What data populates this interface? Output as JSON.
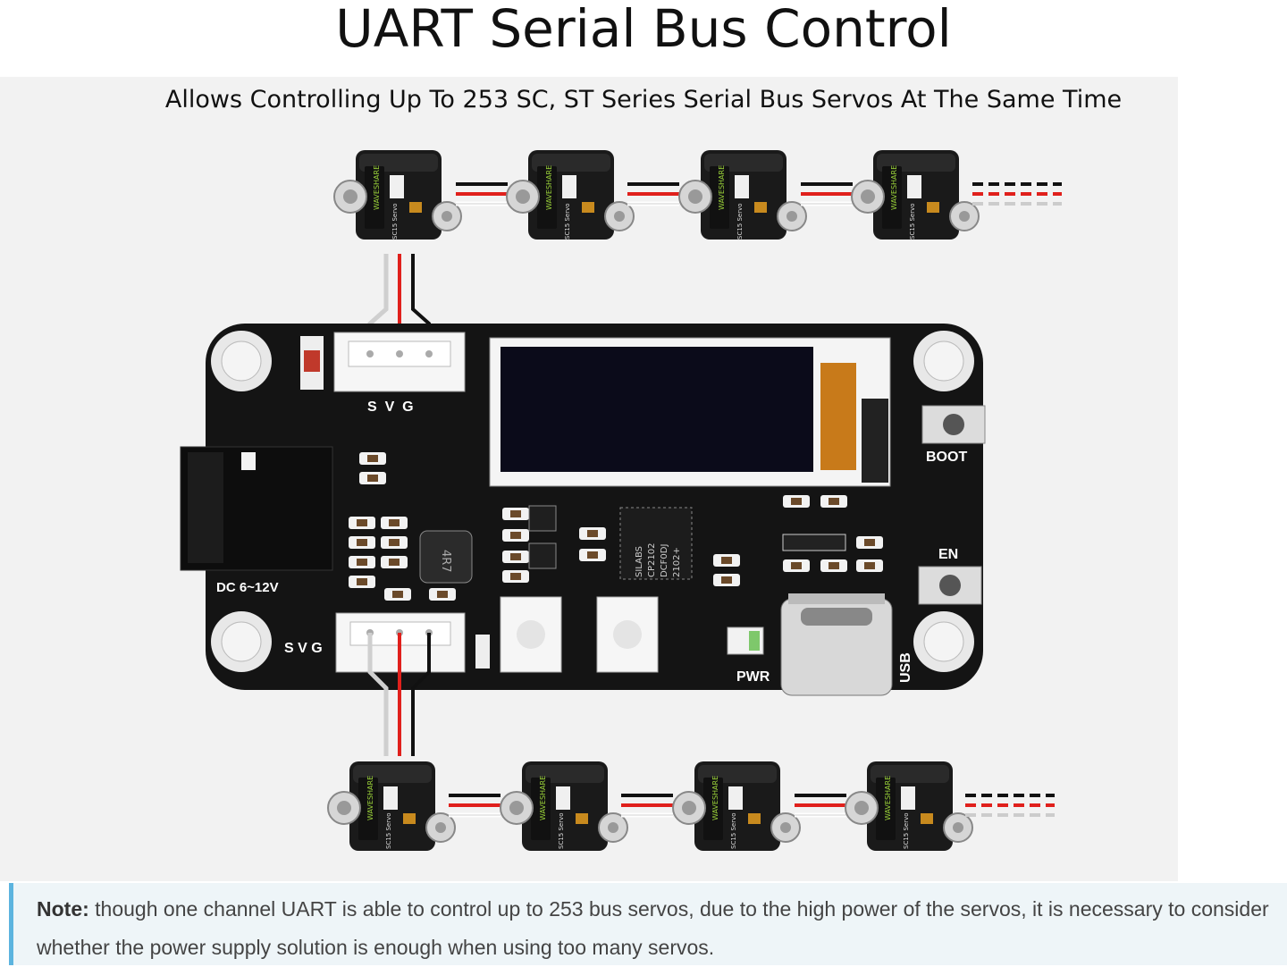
{
  "title": "UART Serial Bus Control",
  "subtitle": "Allows Controlling Up To 253 SC, ST Series Serial Bus Servos At The Same Time",
  "board": {
    "top_port_pins": "S  V  G",
    "bottom_port_pins": "S V G",
    "dc_label": "DC 6~12V",
    "boot_label": "BOOT",
    "en_label": "EN",
    "pwr_label": "PWR",
    "usb_label": "USB",
    "chip_text": [
      "SILABS",
      "CP2102",
      "DCF0DJ",
      "2102+"
    ],
    "inductor_text": "4R7"
  },
  "servo": {
    "brand_text": "WAVESHARE",
    "model_text": "SC15 Servo"
  },
  "note": {
    "label": "Note:",
    "text": " though one channel UART is able to control up to 253 bus servos, due to the high power of the servos, it is necessary to consider whether the power supply solution is enough when using too many servos."
  },
  "colors": {
    "pcb": "#141414",
    "wire_red": "#e0201c",
    "wire_black": "#111111",
    "note_border": "#5cb4df"
  }
}
